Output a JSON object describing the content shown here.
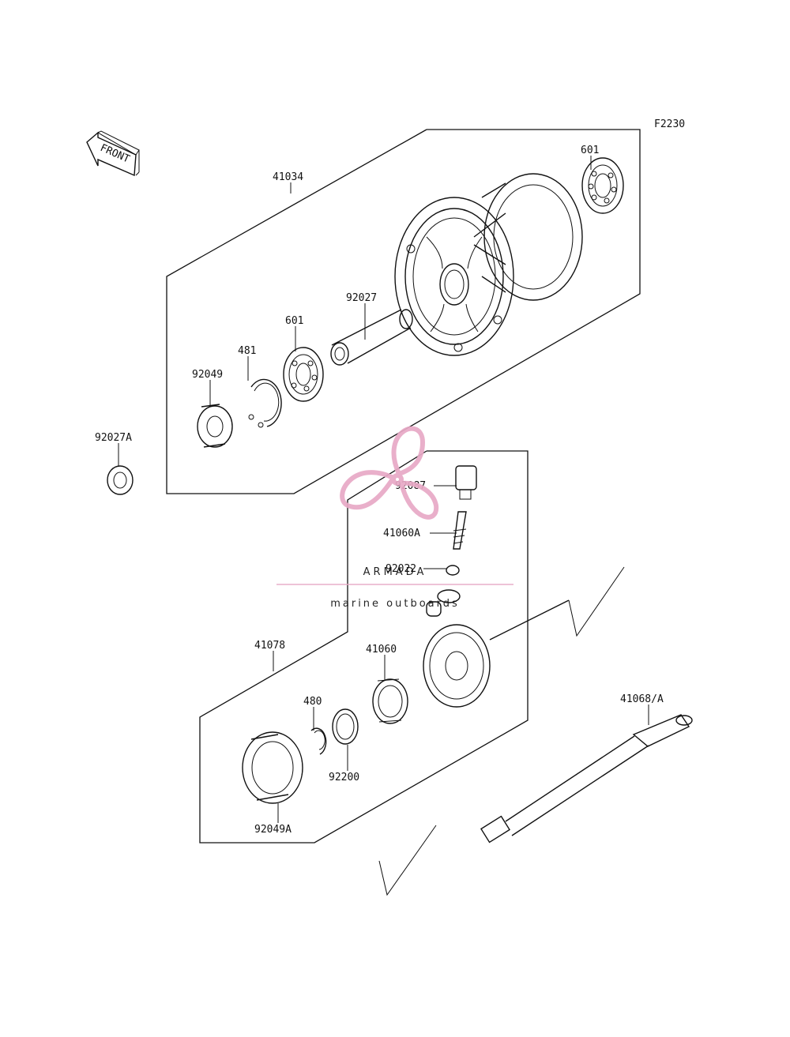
{
  "figure_code": "F2230",
  "front_label": "FRONT",
  "labels": {
    "p41034": "41034",
    "p601_top": "601",
    "p92027": "92027",
    "p601_left": "601",
    "p481": "481",
    "p92049": "92049",
    "p92027A": "92027A",
    "p92087": "92087",
    "p41060A": "41060A",
    "p92022": "92022",
    "p41078": "41078",
    "p41060": "41060",
    "p480": "480",
    "p92200": "92200",
    "p92049A": "92049A",
    "p41068A": "41068/A"
  },
  "watermark": {
    "brand": "ARMADA",
    "tagline": "marine outboards",
    "accent_color": "#e8a9c6",
    "text_color": "#7a7a7a"
  },
  "colors": {
    "line": "#111111",
    "background": "#ffffff"
  }
}
